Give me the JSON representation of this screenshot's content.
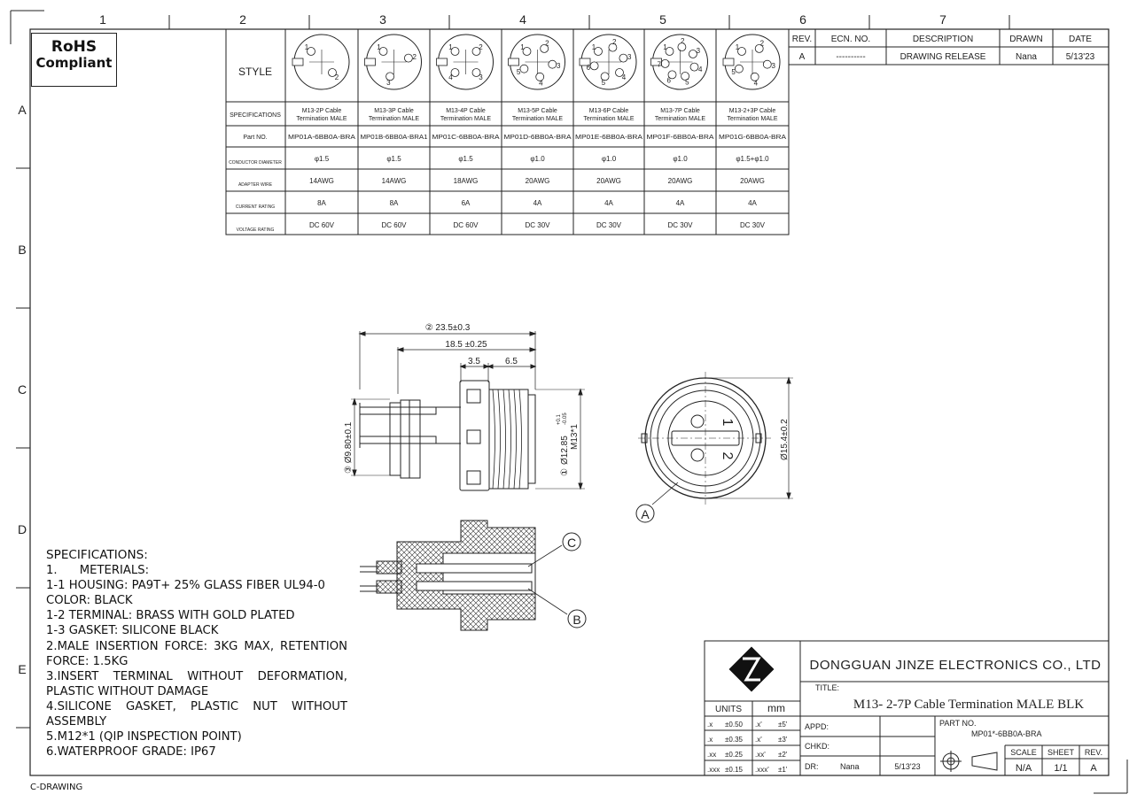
{
  "frame": {
    "col_numbers": [
      "1",
      "2",
      "3",
      "4",
      "5",
      "6",
      "7"
    ],
    "row_letters": [
      "A",
      "B",
      "C",
      "D",
      "E"
    ],
    "footer_code": "C-DRAWING"
  },
  "rohs": {
    "line1": "RoHS",
    "line2": "Compliant"
  },
  "revision_table": {
    "headers": [
      "REV.",
      "ECN. NO.",
      "DESCRIPTION",
      "DRAWN",
      "DATE"
    ],
    "row": [
      "A",
      "----------",
      "DRAWING RELEASE",
      "Nana",
      "5/13'23"
    ]
  },
  "spec_table": {
    "style_label": "STYLE",
    "row_labels": [
      "SPECIFICATIONS",
      "Part NO.",
      "CONDUCTOR DIAMETER",
      "ADAPTER WIRE",
      "CURRENT RATING",
      "VOLTAGE RATING"
    ],
    "columns": [
      {
        "pins": [
          "1",
          "2"
        ],
        "spec1": "M13-2P Cable",
        "spec2": "Termination MALE",
        "part": "MP01A-6BB0A-BRA",
        "dia": "φ1.5",
        "wire": "14AWG",
        "current": "8A",
        "voltage": "DC 60V"
      },
      {
        "pins": [
          "1",
          "2",
          "3"
        ],
        "spec1": "M13-3P Cable",
        "spec2": "Termination MALE",
        "part": "MP01B-6BB0A-BRA1",
        "dia": "φ1.5",
        "wire": "14AWG",
        "current": "8A",
        "voltage": "DC 60V"
      },
      {
        "pins": [
          "1",
          "2",
          "3",
          "4"
        ],
        "spec1": "M13-4P Cable",
        "spec2": "Termination MALE",
        "part": "MP01C-6BB0A-BRA",
        "dia": "φ1.5",
        "wire": "18AWG",
        "current": "6A",
        "voltage": "DC 60V"
      },
      {
        "pins": [
          "1",
          "2",
          "3",
          "4",
          "5"
        ],
        "spec1": "M13-5P Cable",
        "spec2": "Termination MALE",
        "part": "MP01D-6BB0A-BRA",
        "dia": "φ1.0",
        "wire": "20AWG",
        "current": "4A",
        "voltage": "DC 30V"
      },
      {
        "pins": [
          "1",
          "2",
          "3",
          "4",
          "5",
          "6"
        ],
        "spec1": "M13-6P Cable",
        "spec2": "Termination MALE",
        "part": "MP01E-6BB0A-BRA",
        "dia": "φ1.0",
        "wire": "20AWG",
        "current": "4A",
        "voltage": "DC 30V"
      },
      {
        "pins": [
          "1",
          "2",
          "3",
          "4",
          "5",
          "6",
          "7"
        ],
        "spec1": "M13-7P Cable",
        "spec2": "Termination MALE",
        "part": "MP01F-6BB0A-BRA",
        "dia": "φ1.0",
        "wire": "20AWG",
        "current": "4A",
        "voltage": "DC 30V"
      },
      {
        "pins": [
          "1",
          "2",
          "3",
          "4",
          "5"
        ],
        "spec1": "M13-2+3P Cable",
        "spec2": "Termination MALE",
        "part": "MP01G-6BB0A-BRA",
        "dia": "φ1.5+φ1.0",
        "wire": "20AWG",
        "current": "4A",
        "voltage": "DC 30V"
      }
    ]
  },
  "dimensions": {
    "overall": "② 23.5±0.3",
    "body": "18.5 ±0.25",
    "d35": "3.5",
    "d65": "6.5",
    "bore": "③ Ø9.80±0.1",
    "thread_dia": "Ø12.85",
    "thread_tol_top": "+0.1",
    "thread_tol_bot": "-0.05",
    "thread_spec": "M13*1",
    "thread_num": "①",
    "front_dia": "Ø15.4±0.2",
    "front_pins": [
      "1",
      "2"
    ],
    "callouts": [
      "A",
      "B",
      "C"
    ]
  },
  "specifications": {
    "title": "SPECIFICATIONS:",
    "lines": [
      "1.      METERIALS:",
      "1-1 HOUSING: PA9T+ 25% GLASS FIBER UL94-0",
      "COLOR: BLACK",
      "1-2 TERMINAL: BRASS WITH GOLD PLATED",
      "1-3 GASKET: SILICONE BLACK",
      "2.MALE INSERTION FORCE: 3KG MAX, RETENTION",
      "FORCE: 1.5KG",
      "3.INSERT TERMINAL WITHOUT DEFORMATION,",
      "PLASTIC WITHOUT DAMAGE",
      "4.SILICONE GASKET, PLASTIC NUT WITHOUT",
      "ASSEMBLY",
      "5.M12*1 (QIP INSPECTION POINT)",
      "6.WATERPROOF GRADE: IP67"
    ]
  },
  "title_block": {
    "company": "DONGGUAN JINZE ELECTRONICS CO., LTD",
    "title_label": "TITLE:",
    "title": "M13- 2-7P Cable Termination MALE BLK",
    "units_label": "UNITS",
    "units": "mm",
    "tolerances": [
      [
        ".x",
        "±0.50",
        ".x'",
        "±5'"
      ],
      [
        ".x",
        "±0.35",
        ".x'",
        "±3'"
      ],
      [
        ".xx",
        "±0.25",
        ".xx'",
        "±2'"
      ],
      [
        ".xxx",
        "±0.15",
        ".xxx'",
        "±1'"
      ]
    ],
    "appd_label": "APPD:",
    "chkd_label": "CHKD:",
    "dr_label": "DR:",
    "dr_name": "Nana",
    "dr_date": "5/13'23",
    "part_no_label": "PART NO.",
    "part_no": "MP01*-6BB0A-BRA",
    "scale_label": "SCALE",
    "sheet_label": "SHEET",
    "rev_label": "REV.",
    "scale": "N/A",
    "sheet": "1/1",
    "rev": "A"
  }
}
